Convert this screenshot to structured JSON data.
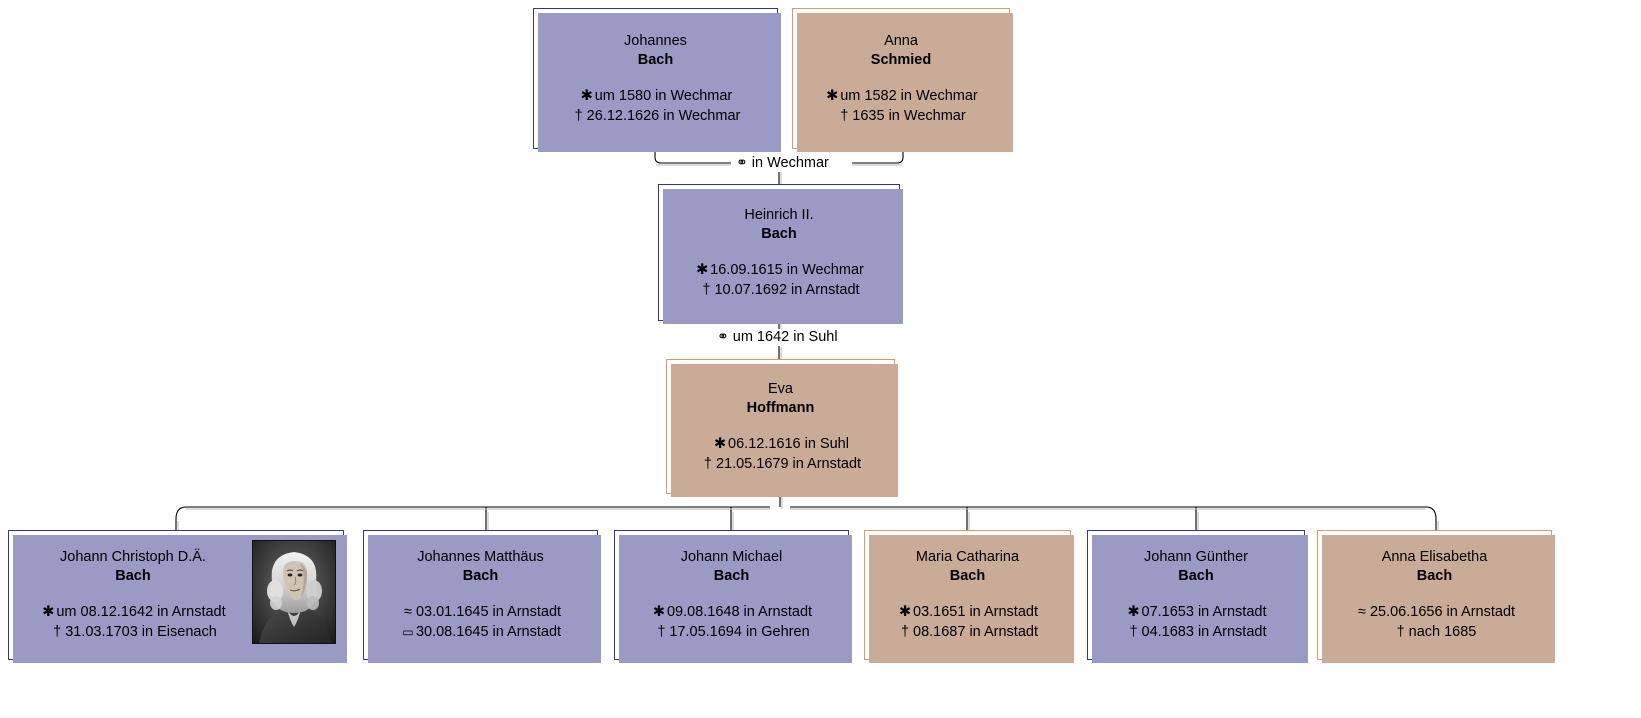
{
  "symbols": {
    "birth": "✱",
    "death": "†",
    "baptism": "≈",
    "burial": "▭",
    "marriage": "⚭"
  },
  "colors": {
    "male_border": "#333399",
    "female_border": "#d89a6a",
    "male_shadow": "#9a9ac4",
    "female_shadow": "#c9ab97",
    "background": "#ffffff",
    "text": "#000000",
    "connector": "#000000"
  },
  "generations": {
    "grandparents": [
      {
        "id": "johannes-bach",
        "sex": "male",
        "given": "Johannes",
        "surname": "Bach",
        "events": [
          {
            "symbol": "✱",
            "text": "um 1580 in Wechmar"
          },
          {
            "symbol": "†",
            "text": "26.12.1626 in Wechmar"
          }
        ]
      },
      {
        "id": "anna-schmied",
        "sex": "female",
        "given": "Anna",
        "surname": "Schmied",
        "events": [
          {
            "symbol": "✱",
            "text": "um 1582 in Wechmar"
          },
          {
            "symbol": "†",
            "text": "1635 in Wechmar"
          }
        ]
      }
    ],
    "parents": [
      {
        "id": "heinrich-ii-bach",
        "sex": "male",
        "given": "Heinrich II.",
        "surname": "Bach",
        "events": [
          {
            "symbol": "✱",
            "text": "16.09.1615 in Wechmar"
          },
          {
            "symbol": "†",
            "text": "10.07.1692 in Arnstadt"
          }
        ]
      },
      {
        "id": "eva-hoffmann",
        "sex": "female",
        "given": "Eva",
        "surname": "Hoffmann",
        "events": [
          {
            "symbol": "✱",
            "text": "06.12.1616 in Suhl"
          },
          {
            "symbol": "†",
            "text": "21.05.1679 in Arnstadt"
          }
        ]
      }
    ],
    "children": [
      {
        "id": "johann-christoph-dae-bach",
        "sex": "male",
        "given": "Johann Christoph D.Ä.",
        "surname": "Bach",
        "has_portrait": true,
        "portrait_label": "portrait of Johann Christoph Bach",
        "events": [
          {
            "symbol": "✱",
            "text": "um 08.12.1642 in Arnstadt"
          },
          {
            "symbol": "†",
            "text": "31.03.1703 in Eisenach"
          }
        ]
      },
      {
        "id": "johannes-matthaeus-bach",
        "sex": "male",
        "given": "Johannes Matthäus",
        "surname": "Bach",
        "has_portrait": false,
        "events": [
          {
            "symbol": "≈",
            "text": "03.01.1645 in Arnstadt"
          },
          {
            "symbol": "▭",
            "text": "30.08.1645 in Arnstadt"
          }
        ]
      },
      {
        "id": "johann-michael-bach",
        "sex": "male",
        "given": "Johann Michael",
        "surname": "Bach",
        "has_portrait": false,
        "events": [
          {
            "symbol": "✱",
            "text": "09.08.1648 in Arnstadt"
          },
          {
            "symbol": "†",
            "text": "17.05.1694 in Gehren"
          }
        ]
      },
      {
        "id": "maria-catharina-bach",
        "sex": "female",
        "given": "Maria Catharina",
        "surname": "Bach",
        "has_portrait": false,
        "events": [
          {
            "symbol": "✱",
            "text": "03.1651 in Arnstadt"
          },
          {
            "symbol": "†",
            "text": "08.1687 in Arnstadt"
          }
        ]
      },
      {
        "id": "johann-guenther-bach",
        "sex": "male",
        "given": "Johann Günther",
        "surname": "Bach",
        "has_portrait": false,
        "events": [
          {
            "symbol": "✱",
            "text": "07.1653 in Arnstadt"
          },
          {
            "symbol": "†",
            "text": "04.1683 in Arnstadt"
          }
        ]
      },
      {
        "id": "anna-elisabetha-bach",
        "sex": "female",
        "given": "Anna Elisabetha",
        "surname": "Bach",
        "has_portrait": false,
        "events": [
          {
            "symbol": "≈",
            "text": "25.06.1656 in Arnstadt"
          },
          {
            "symbol": "†",
            "text": "nach 1685"
          }
        ]
      }
    ]
  },
  "marriages": [
    {
      "id": "marriage-johannes-anna",
      "symbol": "⚭",
      "text": "in Wechmar"
    },
    {
      "id": "marriage-heinrich-eva",
      "symbol": "⚭",
      "text": "um 1642 in Suhl"
    }
  ]
}
